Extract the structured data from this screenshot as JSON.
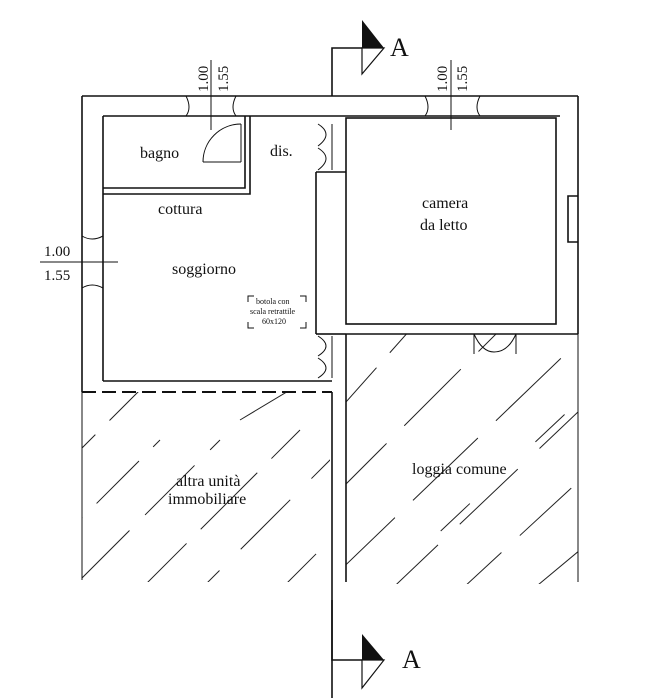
{
  "section_marks": {
    "top": "A",
    "bottom": "A"
  },
  "rooms": {
    "bagno": "bagno",
    "dis": "dis.",
    "cottura": "cottura",
    "soggiorno": "soggiorno",
    "camera_line1": "camera",
    "camera_line2": "da letto",
    "altra_line1": "altra unità",
    "altra_line2": "immobiliare",
    "loggia": "loggia comune"
  },
  "trapdoor": {
    "line1": "botola con",
    "line2": "scala retrattile",
    "line3": "60x120"
  },
  "window_dims": {
    "bagno_sill": "1.00",
    "bagno_height": "1.55",
    "camera_sill": "1.00",
    "camera_height": "1.55",
    "soggiorno_sill": "1.00",
    "soggiorno_height": "1.55"
  }
}
